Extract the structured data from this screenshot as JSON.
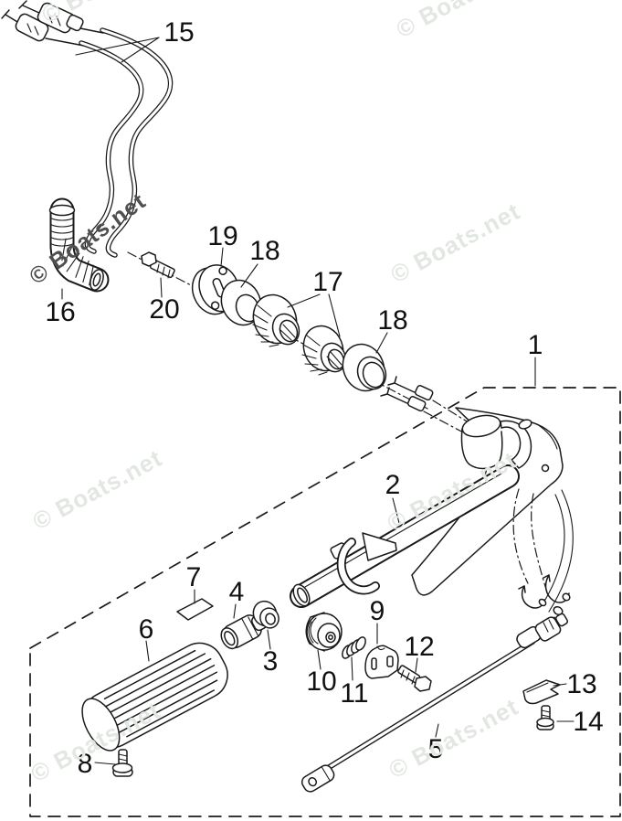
{
  "watermark": {
    "text": "© Boats.net",
    "dark_color": "#4f4f4f",
    "light_color": "#e2e7e2"
  },
  "line_color": "#1a1a1a",
  "callouts": {
    "1": "1",
    "2": "2",
    "3": "3",
    "4": "4",
    "5": "5",
    "6": "6",
    "7": "7",
    "8": "8",
    "9": "9",
    "10": "10",
    "11": "11",
    "12": "12",
    "13": "13",
    "14": "14",
    "15": "15",
    "16": "16",
    "17": "17",
    "18": "18",
    "18b": "18",
    "19": "19",
    "20": "20"
  }
}
